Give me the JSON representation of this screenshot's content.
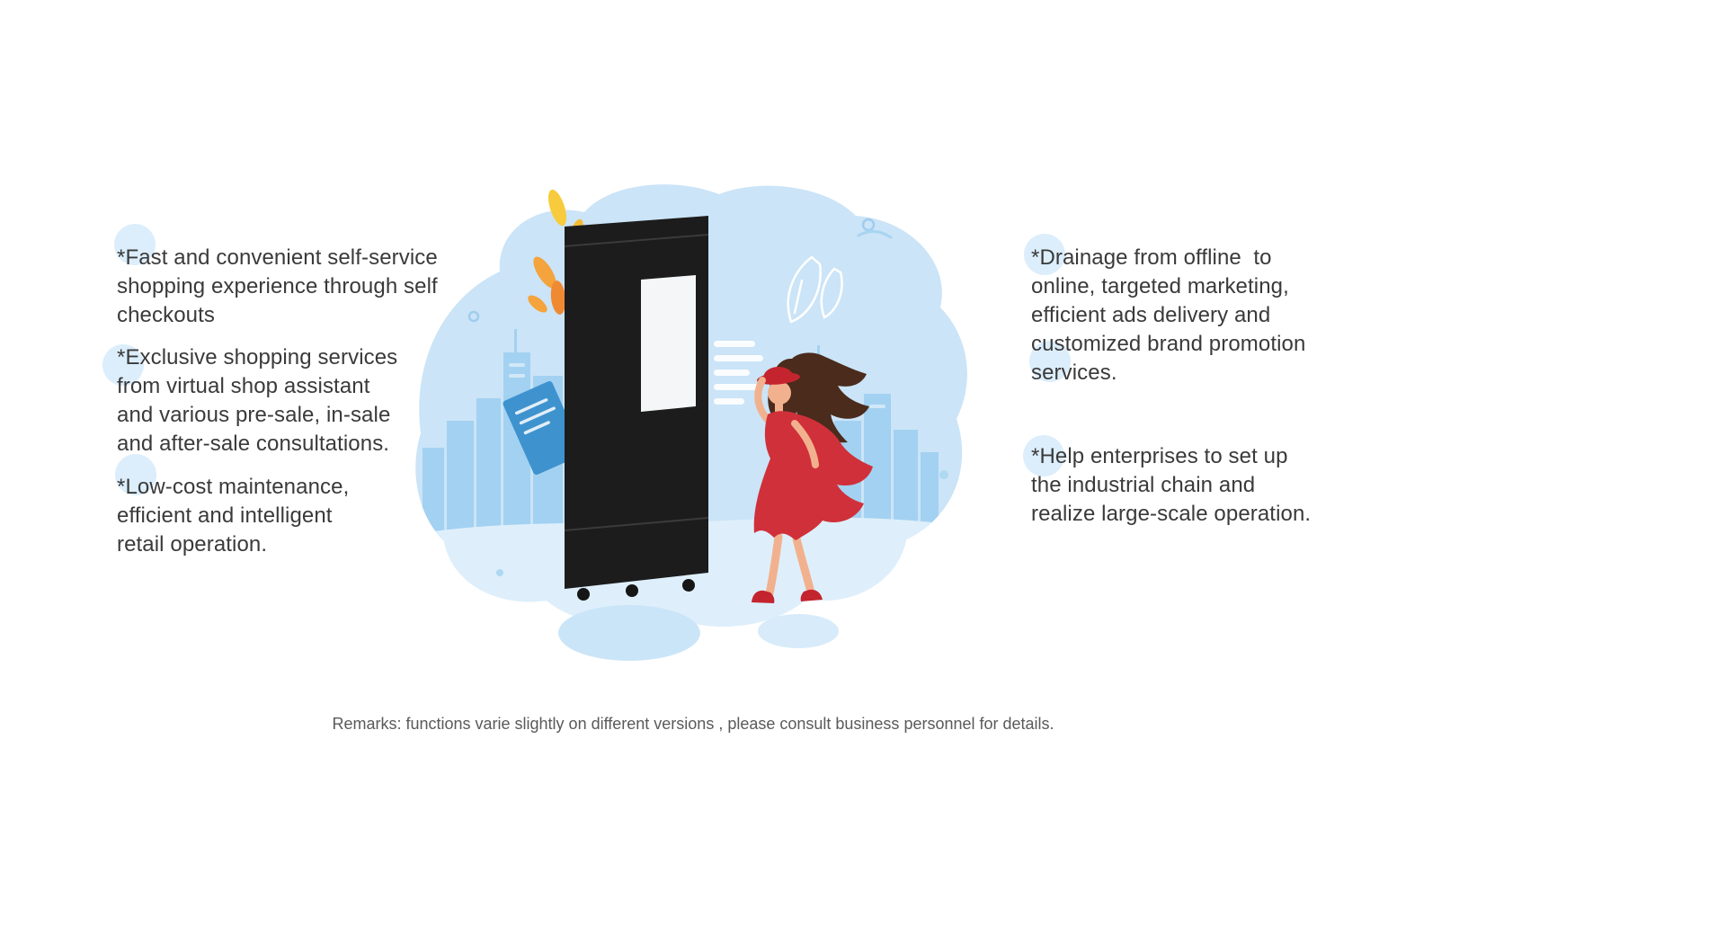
{
  "slide": {
    "features_left": [
      {
        "text": "*Fast and convenient self-service\nshopping experience through self\ncheckouts"
      },
      {
        "text": "*Exclusive shopping services\nfrom virtual shop assistant\nand various pre-sale, in-sale\nand after-sale consultations."
      },
      {
        "text": "*Low-cost maintenance,\nefficient and intelligent\nretail operation."
      }
    ],
    "features_right": [
      {
        "text": "*Drainage from offline  to\nonline, targeted marketing,\nefficient ads delivery and\ncustomized brand promotion\nservices."
      },
      {
        "text": "*Help enterprises to set up\nthe industrial chain and\nrealize large-scale operation."
      }
    ],
    "remark": "Remarks: functions varie slightly on different versions , please consult business personnel for details.",
    "illustration": {
      "label": "woman in red dress beside smart vending kiosk against city skyline",
      "colors": {
        "blob": "#cbe4f7",
        "ground": "#deeffb",
        "skyline": "#a3d1f1",
        "kiosk_body": "#1c1c1c",
        "kiosk_screen": "#f4f6f7",
        "blue_card": "#3e93cf",
        "dress_red": "#d0303a",
        "hat_shoe_red": "#c4242e",
        "hair_brown": "#4a2b1c",
        "skin": "#f2b18e",
        "leaf_yellow": "#f8cb3d",
        "leaf_orange": "#f2993a",
        "feature_text": "#3a3a3a",
        "remark_text": "#5a5a5a"
      }
    }
  }
}
